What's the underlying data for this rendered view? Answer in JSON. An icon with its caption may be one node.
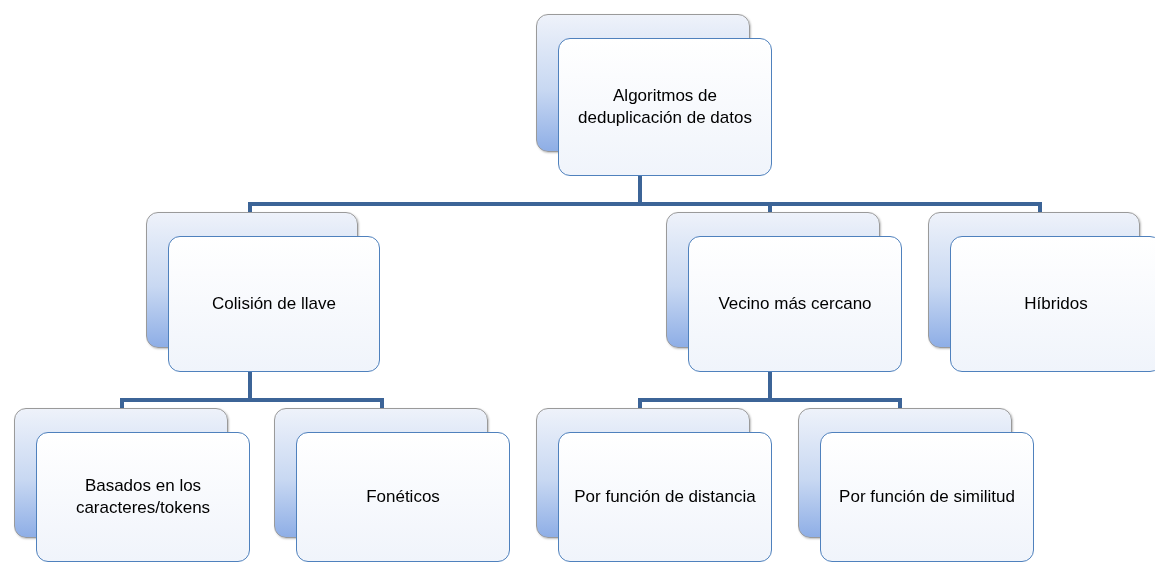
{
  "diagram": {
    "nodes": [
      {
        "text": [
          "Algoritmos de deduplicación de datos"
        ]
      },
      {
        "text": [
          "Colisión de llave"
        ]
      },
      {
        "text": [
          "Vecino más cercano"
        ]
      },
      {
        "text": [
          "Híbridos"
        ]
      },
      {
        "text": [
          "Basados en los caracteres/tokens"
        ]
      },
      {
        "text": [
          "Fonéticos"
        ]
      },
      {
        "text": [
          "Por función de distancia"
        ]
      },
      {
        "text": [
          "Por función de similitud"
        ]
      }
    ],
    "edges": [
      {
        "from": 0,
        "to": 1,
        "arrow": "none"
      },
      {
        "from": 0,
        "to": 2,
        "arrow": "none"
      },
      {
        "from": 0,
        "to": 3,
        "arrow": "none"
      },
      {
        "from": 1,
        "to": 4,
        "arrow": "none"
      },
      {
        "from": 1,
        "to": 5,
        "arrow": "none"
      },
      {
        "from": 2,
        "to": 6,
        "arrow": "none"
      },
      {
        "from": 2,
        "to": 7,
        "arrow": "none"
      }
    ]
  }
}
